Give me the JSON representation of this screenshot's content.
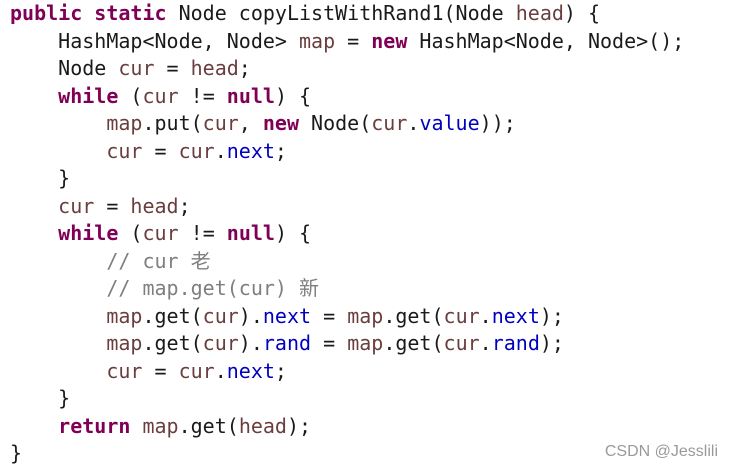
{
  "code_lines": [
    [
      {
        "t": "public",
        "c": "kw"
      },
      {
        "t": " ",
        "c": "plain"
      },
      {
        "t": "static",
        "c": "kw"
      },
      {
        "t": " Node copyListWithRand1(Node ",
        "c": "plain"
      },
      {
        "t": "head",
        "c": "var"
      },
      {
        "t": ") {",
        "c": "plain"
      }
    ],
    [
      {
        "t": "    HashMap<Node, Node> ",
        "c": "plain"
      },
      {
        "t": "map",
        "c": "var"
      },
      {
        "t": " = ",
        "c": "plain"
      },
      {
        "t": "new",
        "c": "kw"
      },
      {
        "t": " HashMap<Node, Node>();",
        "c": "plain"
      }
    ],
    [
      {
        "t": "    Node ",
        "c": "plain"
      },
      {
        "t": "cur",
        "c": "var"
      },
      {
        "t": " = ",
        "c": "plain"
      },
      {
        "t": "head",
        "c": "var"
      },
      {
        "t": ";",
        "c": "plain"
      }
    ],
    [
      {
        "t": "    ",
        "c": "plain"
      },
      {
        "t": "while",
        "c": "kw"
      },
      {
        "t": " (",
        "c": "plain"
      },
      {
        "t": "cur",
        "c": "var"
      },
      {
        "t": " != ",
        "c": "plain"
      },
      {
        "t": "null",
        "c": "kw"
      },
      {
        "t": ") {",
        "c": "plain"
      }
    ],
    [
      {
        "t": "        ",
        "c": "plain"
      },
      {
        "t": "map",
        "c": "var"
      },
      {
        "t": ".put(",
        "c": "plain"
      },
      {
        "t": "cur",
        "c": "var"
      },
      {
        "t": ", ",
        "c": "plain"
      },
      {
        "t": "new",
        "c": "kw"
      },
      {
        "t": " Node(",
        "c": "plain"
      },
      {
        "t": "cur",
        "c": "var"
      },
      {
        "t": ".",
        "c": "plain"
      },
      {
        "t": "value",
        "c": "field"
      },
      {
        "t": "));",
        "c": "plain"
      }
    ],
    [
      {
        "t": "        ",
        "c": "plain"
      },
      {
        "t": "cur",
        "c": "var"
      },
      {
        "t": " = ",
        "c": "plain"
      },
      {
        "t": "cur",
        "c": "var"
      },
      {
        "t": ".",
        "c": "plain"
      },
      {
        "t": "next",
        "c": "field"
      },
      {
        "t": ";",
        "c": "plain"
      }
    ],
    [
      {
        "t": "    }",
        "c": "plain"
      }
    ],
    [
      {
        "t": "    ",
        "c": "plain"
      },
      {
        "t": "cur",
        "c": "var"
      },
      {
        "t": " = ",
        "c": "plain"
      },
      {
        "t": "head",
        "c": "var"
      },
      {
        "t": ";",
        "c": "plain"
      }
    ],
    [
      {
        "t": "    ",
        "c": "plain"
      },
      {
        "t": "while",
        "c": "kw"
      },
      {
        "t": " (",
        "c": "plain"
      },
      {
        "t": "cur",
        "c": "var"
      },
      {
        "t": " != ",
        "c": "plain"
      },
      {
        "t": "null",
        "c": "kw"
      },
      {
        "t": ") {",
        "c": "plain"
      }
    ],
    [
      {
        "t": "        // cur 老",
        "c": "comment"
      }
    ],
    [
      {
        "t": "        // map.get(cur) 新",
        "c": "comment"
      }
    ],
    [
      {
        "t": "        ",
        "c": "plain"
      },
      {
        "t": "map",
        "c": "var"
      },
      {
        "t": ".get(",
        "c": "plain"
      },
      {
        "t": "cur",
        "c": "var"
      },
      {
        "t": ").",
        "c": "plain"
      },
      {
        "t": "next",
        "c": "field"
      },
      {
        "t": " = ",
        "c": "plain"
      },
      {
        "t": "map",
        "c": "var"
      },
      {
        "t": ".get(",
        "c": "plain"
      },
      {
        "t": "cur",
        "c": "var"
      },
      {
        "t": ".",
        "c": "plain"
      },
      {
        "t": "next",
        "c": "field"
      },
      {
        "t": ");",
        "c": "plain"
      }
    ],
    [
      {
        "t": "        ",
        "c": "plain"
      },
      {
        "t": "map",
        "c": "var"
      },
      {
        "t": ".get(",
        "c": "plain"
      },
      {
        "t": "cur",
        "c": "var"
      },
      {
        "t": ").",
        "c": "plain"
      },
      {
        "t": "rand",
        "c": "field"
      },
      {
        "t": " = ",
        "c": "plain"
      },
      {
        "t": "map",
        "c": "var"
      },
      {
        "t": ".get(",
        "c": "plain"
      },
      {
        "t": "cur",
        "c": "var"
      },
      {
        "t": ".",
        "c": "plain"
      },
      {
        "t": "rand",
        "c": "field"
      },
      {
        "t": ");",
        "c": "plain"
      }
    ],
    [
      {
        "t": "        ",
        "c": "plain"
      },
      {
        "t": "cur",
        "c": "var"
      },
      {
        "t": " = ",
        "c": "plain"
      },
      {
        "t": "cur",
        "c": "var"
      },
      {
        "t": ".",
        "c": "plain"
      },
      {
        "t": "next",
        "c": "field"
      },
      {
        "t": ";",
        "c": "plain"
      }
    ],
    [
      {
        "t": "    }",
        "c": "plain"
      }
    ],
    [
      {
        "t": "    ",
        "c": "plain"
      },
      {
        "t": "return",
        "c": "kw"
      },
      {
        "t": " ",
        "c": "plain"
      },
      {
        "t": "map",
        "c": "var"
      },
      {
        "t": ".get(",
        "c": "plain"
      },
      {
        "t": "head",
        "c": "var"
      },
      {
        "t": ");",
        "c": "plain"
      }
    ],
    [
      {
        "t": "}",
        "c": "plain"
      }
    ]
  ],
  "watermark": "CSDN @Jesslili",
  "colors": {
    "keyword": "#7f0055",
    "variable": "#6a3e3e",
    "field": "#0000c0",
    "comment": "#7f7f7f",
    "text": "#1a1a1a",
    "background": "#ffffff",
    "watermark": "#9a9a9a"
  }
}
